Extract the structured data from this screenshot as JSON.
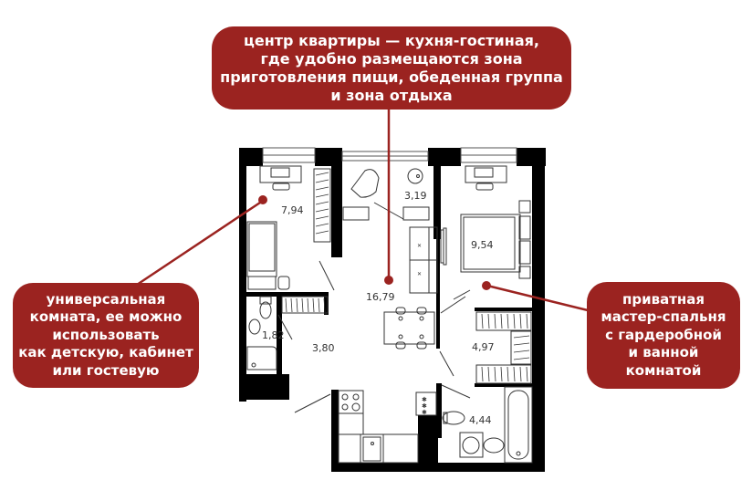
{
  "callouts": {
    "top": {
      "lines": [
        "центр квартиры — кухня-гостиная,",
        "где удобно размещаются зона",
        "приготовления пищи, обеденная группа",
        "и зона отдыха"
      ]
    },
    "left": {
      "lines": [
        "универсальная",
        "комната, ее можно",
        "использовать",
        "как детскую, кабинет",
        "или гостевую"
      ]
    },
    "right": {
      "lines": [
        "приватная",
        "мастер-спальня",
        "с гардеробной",
        "и ванной",
        "комнатой"
      ]
    }
  },
  "rooms": {
    "bedroom_small": "7,94",
    "balcony": "3,19",
    "bedroom_master": "9,54",
    "living_kitchen": "16,79",
    "bathroom_small": "1,82",
    "hallway": "3,80",
    "wardrobe": "4,97",
    "bathroom_master": "4,44"
  },
  "colors": {
    "accent": "#9b2320",
    "wall": "#000000",
    "text_on_accent": "#ffffff"
  }
}
